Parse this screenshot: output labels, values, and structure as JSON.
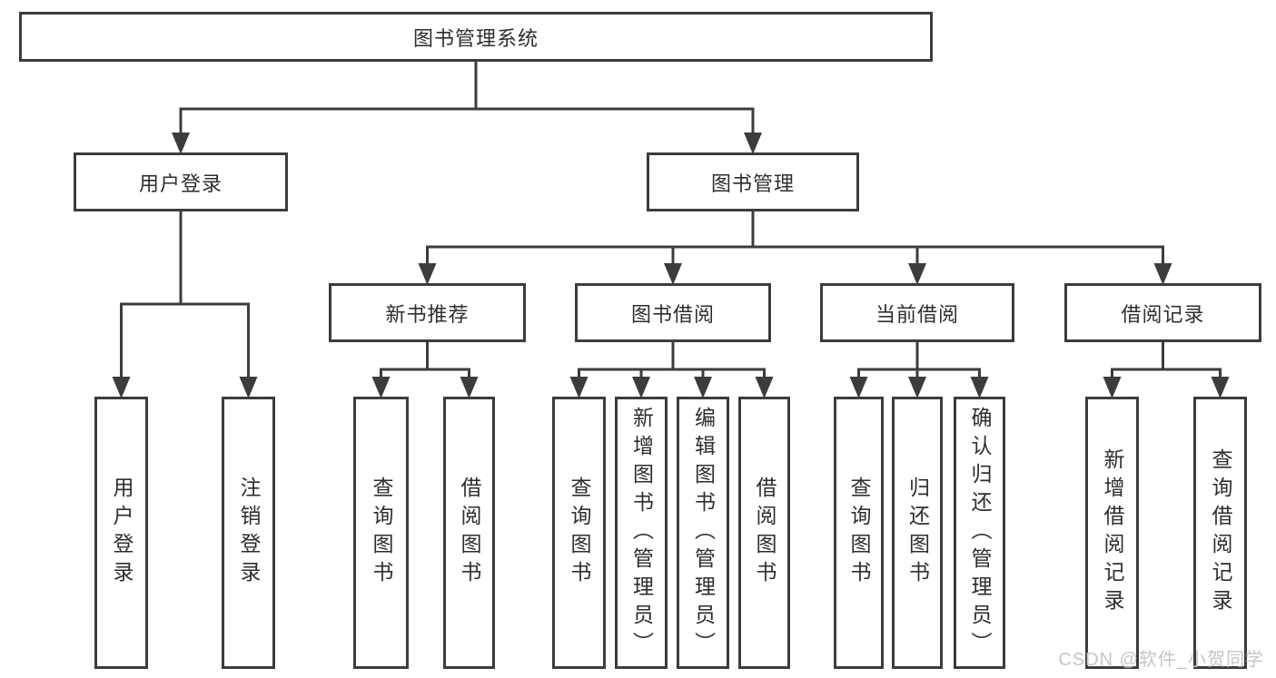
{
  "colors": {
    "line": "#3c3c3c",
    "text": "#2e2e2e",
    "watermark": "#c6c6c6",
    "background": "#ffffff"
  },
  "watermark": "CSDN @软件_小贺同学",
  "tree": {
    "root": {
      "label": "图书管理系统",
      "children": [
        {
          "label": "用户登录",
          "children": [
            {
              "label": "用户登录"
            },
            {
              "label": "注销登录"
            }
          ]
        },
        {
          "label": "图书管理",
          "children": [
            {
              "label": "新书推荐",
              "children": [
                {
                  "label": "查询图书"
                },
                {
                  "label": "借阅图书"
                }
              ]
            },
            {
              "label": "图书借阅",
              "children": [
                {
                  "label": "查询图书"
                },
                {
                  "label": "新增图书（管理员）"
                },
                {
                  "label": "编辑图书（管理员）"
                },
                {
                  "label": "借阅图书"
                }
              ]
            },
            {
              "label": "当前借阅",
              "children": [
                {
                  "label": "查询图书"
                },
                {
                  "label": "归还图书"
                },
                {
                  "label": "确认归还（管理员）"
                }
              ]
            },
            {
              "label": "借阅记录",
              "children": [
                {
                  "label": "新增借阅记录"
                },
                {
                  "label": "查询借阅记录"
                }
              ]
            }
          ]
        }
      ]
    }
  }
}
